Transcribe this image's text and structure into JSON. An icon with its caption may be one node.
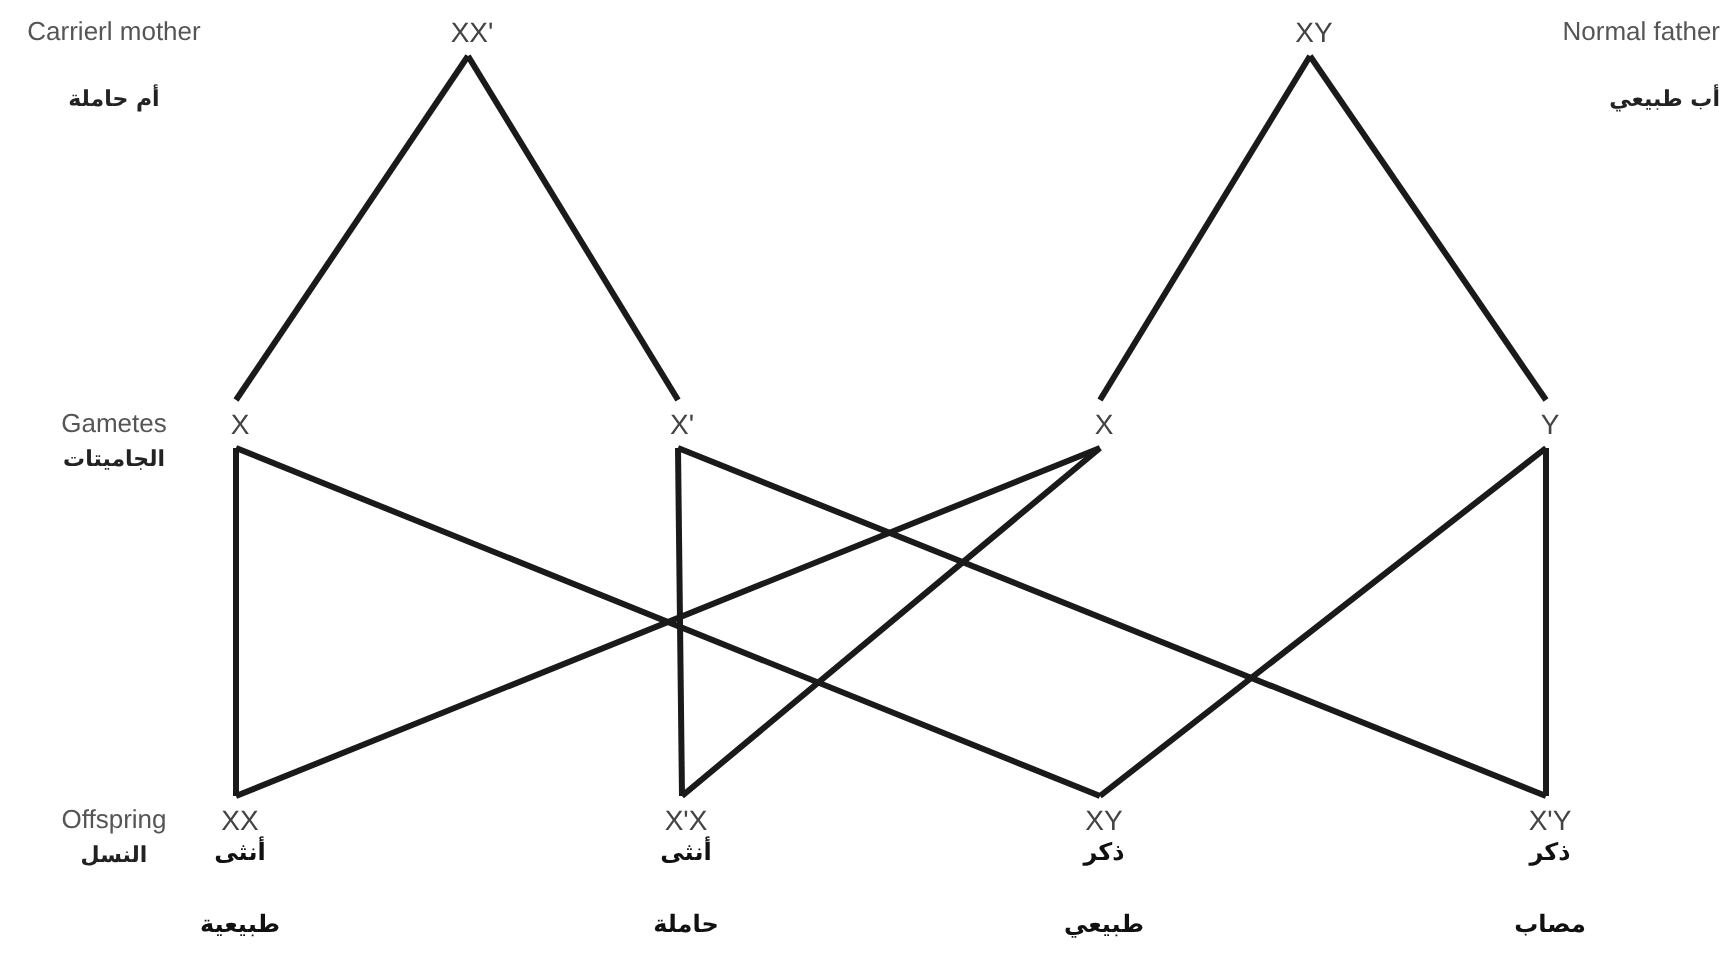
{
  "diagram": {
    "nodes": [
      {
        "text": [
          "XX'"
        ]
      },
      {
        "text": [
          "XY"
        ]
      },
      {
        "text": [
          "X"
        ]
      },
      {
        "text": [
          "X'"
        ]
      },
      {
        "text": [
          "X"
        ]
      },
      {
        "text": [
          "Y"
        ]
      },
      {
        "text": [
          "XX",
          "أنثى",
          "طبيعية"
        ]
      },
      {
        "text": [
          "X'X",
          "أنثى",
          "حاملة"
        ]
      },
      {
        "text": [
          "XY",
          "ذكر",
          "طبيعي"
        ]
      },
      {
        "text": [
          "X'Y",
          "ذكر",
          "مصاب"
        ]
      }
    ],
    "edges": [
      {
        "from": 0,
        "to": 2,
        "arrow": "none"
      },
      {
        "from": 0,
        "to": 3,
        "arrow": "none"
      },
      {
        "from": 1,
        "to": 4,
        "arrow": "none"
      },
      {
        "from": 1,
        "to": 5,
        "arrow": "none"
      },
      {
        "from": 2,
        "to": 6,
        "arrow": "none"
      },
      {
        "from": 2,
        "to": 8,
        "arrow": "none"
      },
      {
        "from": 3,
        "to": 7,
        "arrow": "none"
      },
      {
        "from": 3,
        "to": 9,
        "arrow": "none"
      },
      {
        "from": 4,
        "to": 6,
        "arrow": "none"
      },
      {
        "from": 4,
        "to": 7,
        "arrow": "none"
      },
      {
        "from": 5,
        "to": 8,
        "arrow": "none"
      },
      {
        "from": 5,
        "to": 9,
        "arrow": "none"
      }
    ],
    "labels": [
      "Carrierl mother",
      "أم حاملة",
      "Normal father",
      "أب طبيعي",
      "Gametes",
      "الجاميتات",
      "Offspring",
      "النسل"
    ]
  }
}
